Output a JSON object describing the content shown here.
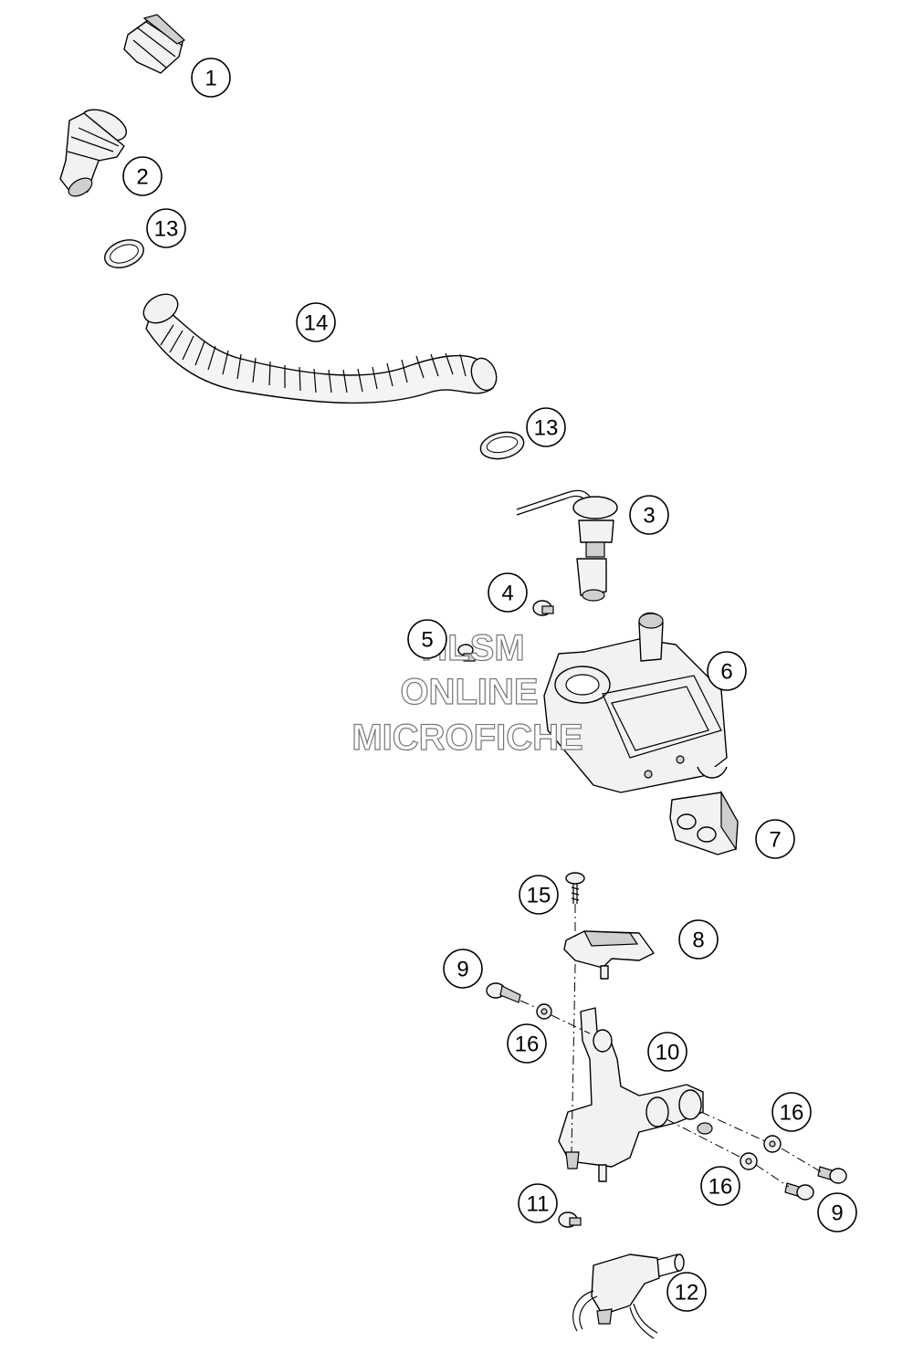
{
  "watermark": {
    "line1": "HLSM",
    "line2": "ONLINE",
    "line3": "MICROFICHE"
  },
  "callouts": [
    {
      "id": "callout-1",
      "label": "1"
    },
    {
      "id": "callout-2",
      "label": "2"
    },
    {
      "id": "callout-13a",
      "label": "13"
    },
    {
      "id": "callout-14",
      "label": "14"
    },
    {
      "id": "callout-13b",
      "label": "13"
    },
    {
      "id": "callout-3",
      "label": "3"
    },
    {
      "id": "callout-4",
      "label": "4"
    },
    {
      "id": "callout-5",
      "label": "5"
    },
    {
      "id": "callout-6",
      "label": "6"
    },
    {
      "id": "callout-7",
      "label": "7"
    },
    {
      "id": "callout-15",
      "label": "15"
    },
    {
      "id": "callout-8",
      "label": "8"
    },
    {
      "id": "callout-9a",
      "label": "9"
    },
    {
      "id": "callout-16a",
      "label": "16"
    },
    {
      "id": "callout-10",
      "label": "10"
    },
    {
      "id": "callout-16b",
      "label": "16"
    },
    {
      "id": "callout-16c",
      "label": "16"
    },
    {
      "id": "callout-9b",
      "label": "9"
    },
    {
      "id": "callout-11",
      "label": "11"
    },
    {
      "id": "callout-12",
      "label": "12"
    }
  ]
}
